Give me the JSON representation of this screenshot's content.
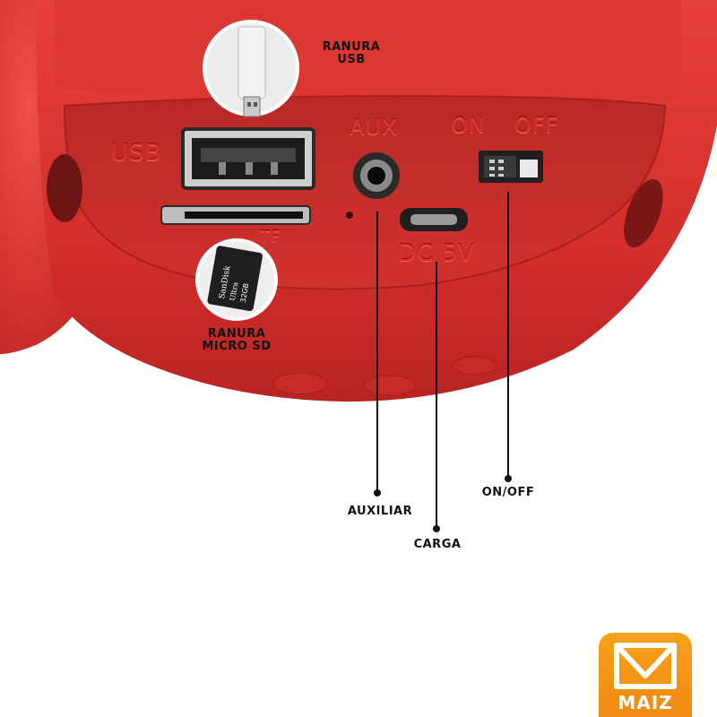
{
  "labels": {
    "usb_slot": [
      "RANURA",
      "USB"
    ],
    "micro_sd_slot": [
      "RANURA",
      "MICRO SD"
    ],
    "auxiliary": "AUXILIAR",
    "charging": "CARGA",
    "power_switch": "ON/OFF"
  },
  "panel_markings": {
    "usb": "USB",
    "aux": "AUX",
    "on": "ON",
    "off": "OFF",
    "tf": "TF",
    "dc": "DC 5V"
  },
  "sd_card": {
    "brand": "SanDisk",
    "line": "Ultra",
    "capacity": "32GB"
  },
  "brand": {
    "name": "MAIZ"
  },
  "colors": {
    "speaker_red": "#d8322f",
    "panel_red": "#c9302c",
    "logo_orange": "#f39617"
  }
}
